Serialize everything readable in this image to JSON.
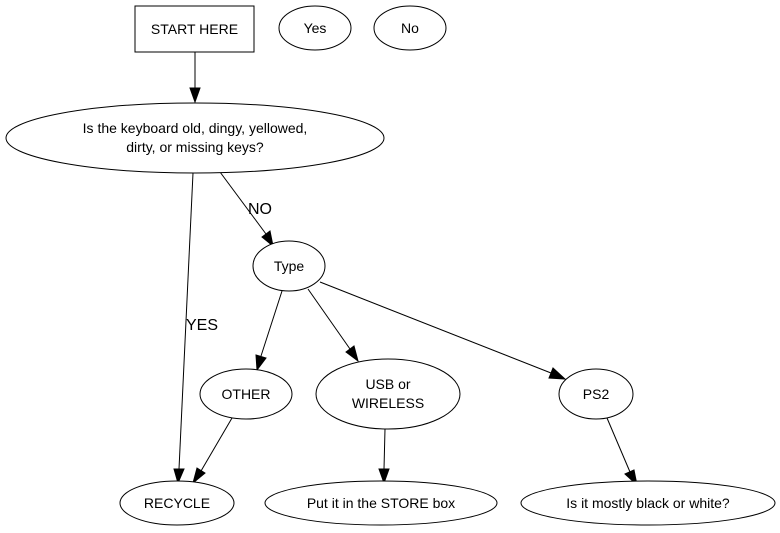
{
  "nodes": {
    "start": "START HERE",
    "legend_yes": "Yes",
    "legend_no": "No",
    "question_line1": "Is the keyboard old, dingy, yellowed,",
    "question_line2": "dirty, or missing keys?",
    "type": "Type",
    "other": "OTHER",
    "usb_line1": "USB or",
    "usb_line2": "WIRELESS",
    "ps2": "PS2",
    "recycle": "RECYCLE",
    "store": "Put it in the STORE box",
    "color_question": "Is it mostly black or white?"
  },
  "edges": {
    "no_label": "NO",
    "yes_label": "YES"
  },
  "colors": {
    "stroke": "#000000",
    "fill": "#ffffff"
  }
}
